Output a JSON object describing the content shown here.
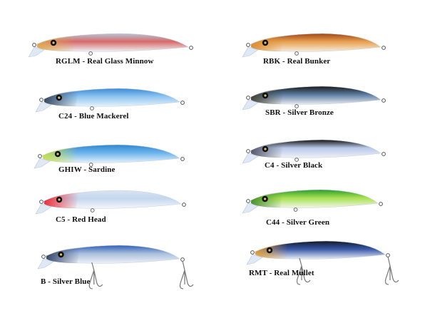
{
  "catalog": {
    "left_column": [
      {
        "code": "RGLM",
        "name": "Real Glass Minnow",
        "label": "RGLM - Real Glass Minnow",
        "colors": {
          "head": "#e0a84a",
          "back": "#b8c4d4",
          "stripe": "#d86a6a",
          "belly": "#eef2f6"
        }
      },
      {
        "code": "C24",
        "name": "Blue Mackerel",
        "label": "C24 - Blue Mackerel",
        "colors": {
          "head": "#2a3a50",
          "back": "#3a8ad8",
          "stripe": "#8ec4f0",
          "belly": "#e8f2fa"
        }
      },
      {
        "code": "GHIW",
        "name": "Sardine",
        "label": "GHIW - Sardine",
        "colors": {
          "head": "#c8e040",
          "back": "#2f86d0",
          "stripe": "#6db4ec",
          "belly": "#e6f0fa"
        }
      },
      {
        "code": "C5",
        "name": "Red Head",
        "label": "C5 - Red Head",
        "colors": {
          "head": "#ee1c24",
          "back": "#d8e4f2",
          "stripe": "#c4d6ee",
          "belly": "#f4f7fb"
        }
      },
      {
        "code": "B",
        "name": "Silver Blue",
        "label": "B - Silver Blue",
        "colors": {
          "head": "#2a3a60",
          "back": "#2f5fb8",
          "stripe": "#a8bedc",
          "belly": "#eef2f8"
        }
      }
    ],
    "right_column": [
      {
        "code": "RBK",
        "name": "Real Bunker",
        "label": "RBK - Real Bunker",
        "colors": {
          "head": "#d88a2a",
          "back": "#a04818",
          "stripe": "#e8a050",
          "belly": "#f4ecdc"
        }
      },
      {
        "code": "SBR",
        "name": "Silver Bronze",
        "label": "SBR - Silver Bronze",
        "colors": {
          "head": "#3a3a2a",
          "back": "#1a1a1a",
          "stripe": "#5a7aa0",
          "belly": "#e8ecf0"
        }
      },
      {
        "code": "C4",
        "name": "Silver Black",
        "label": "C4 - Silver Black",
        "colors": {
          "head": "#4a4a5a",
          "back": "#101010",
          "stripe": "#b8c8e8",
          "belly": "#eef2f8"
        }
      },
      {
        "code": "C44",
        "name": "Silver Green",
        "label": "C44 - Silver Green",
        "colors": {
          "head": "#3a8a20",
          "back": "#2a9a30",
          "stripe": "#a8e050",
          "belly": "#eef6e4"
        }
      },
      {
        "code": "RMT",
        "name": "Real Mullet",
        "label": "RMT - Real Mullet",
        "colors": {
          "head": "#e8a030",
          "back": "#101828",
          "stripe": "#3a58a8",
          "belly": "#e8eef6"
        }
      }
    ]
  }
}
